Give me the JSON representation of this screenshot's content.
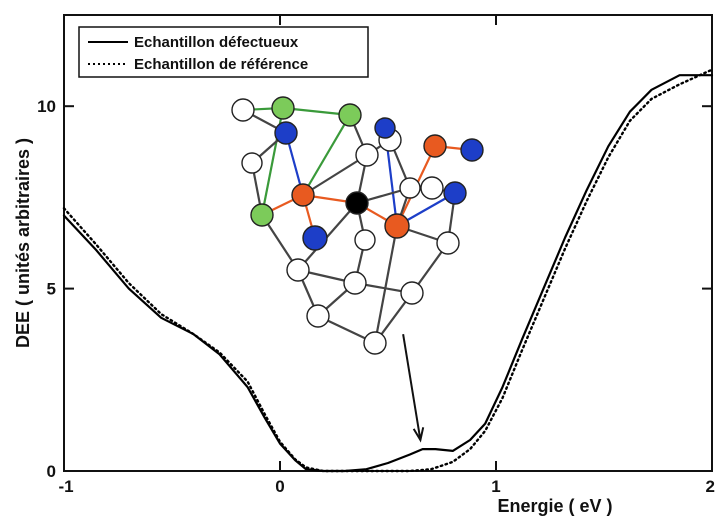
{
  "chart_data": {
    "type": "line",
    "xlabel": "Energie ( eV )",
    "ylabel": "DEE ( unités arbitraires )",
    "xlim": [
      -1,
      2
    ],
    "ylim": [
      0,
      12.5
    ],
    "x_ticks": [
      -1,
      0,
      1,
      2
    ],
    "y_ticks": [
      0,
      5,
      10
    ],
    "x_tick_labels": [
      "-1",
      "0",
      "1",
      "2"
    ],
    "y_tick_labels": [
      "0",
      "5",
      "10"
    ],
    "legend_position": "top-left",
    "grid": false,
    "series": [
      {
        "name": "Echantillon défectueux",
        "style": "solid",
        "color": "#000000",
        "points": [
          [
            -1.0,
            7.0
          ],
          [
            -0.85,
            6.05
          ],
          [
            -0.7,
            5.0
          ],
          [
            -0.55,
            4.2
          ],
          [
            -0.4,
            3.75
          ],
          [
            -0.28,
            3.2
          ],
          [
            -0.15,
            2.3
          ],
          [
            -0.07,
            1.45
          ],
          [
            0.0,
            0.75
          ],
          [
            0.07,
            0.3
          ],
          [
            0.12,
            0.05
          ],
          [
            0.2,
            0.0
          ],
          [
            0.3,
            0.0
          ],
          [
            0.4,
            0.05
          ],
          [
            0.5,
            0.22
          ],
          [
            0.6,
            0.45
          ],
          [
            0.66,
            0.6
          ],
          [
            0.72,
            0.6
          ],
          [
            0.8,
            0.55
          ],
          [
            0.88,
            0.85
          ],
          [
            0.95,
            1.3
          ],
          [
            1.03,
            2.3
          ],
          [
            1.12,
            3.6
          ],
          [
            1.22,
            5.0
          ],
          [
            1.32,
            6.4
          ],
          [
            1.42,
            7.7
          ],
          [
            1.52,
            8.9
          ],
          [
            1.62,
            9.85
          ],
          [
            1.72,
            10.45
          ],
          [
            1.85,
            10.85
          ],
          [
            2.0,
            10.85
          ]
        ]
      },
      {
        "name": "Echantillon de référence",
        "style": "dotted",
        "color": "#000000",
        "points": [
          [
            -1.0,
            7.2
          ],
          [
            -0.85,
            6.2
          ],
          [
            -0.7,
            5.15
          ],
          [
            -0.55,
            4.3
          ],
          [
            -0.4,
            3.75
          ],
          [
            -0.28,
            3.25
          ],
          [
            -0.15,
            2.45
          ],
          [
            -0.07,
            1.55
          ],
          [
            0.0,
            0.8
          ],
          [
            0.07,
            0.32
          ],
          [
            0.12,
            0.1
          ],
          [
            0.2,
            0.0
          ],
          [
            0.3,
            0.0
          ],
          [
            0.4,
            0.0
          ],
          [
            0.5,
            0.0
          ],
          [
            0.6,
            0.0
          ],
          [
            0.7,
            0.05
          ],
          [
            0.8,
            0.25
          ],
          [
            0.88,
            0.6
          ],
          [
            0.95,
            1.1
          ],
          [
            1.03,
            2.0
          ],
          [
            1.12,
            3.3
          ],
          [
            1.22,
            4.7
          ],
          [
            1.32,
            6.1
          ],
          [
            1.42,
            7.4
          ],
          [
            1.52,
            8.6
          ],
          [
            1.62,
            9.6
          ],
          [
            1.72,
            10.2
          ],
          [
            1.85,
            10.6
          ],
          [
            2.0,
            11.0
          ]
        ]
      }
    ],
    "annotations": [
      {
        "type": "arrow",
        "from": [
          0.57,
          3.75
        ],
        "to": [
          0.65,
          0.85
        ]
      }
    ],
    "inset": {
      "type": "molecule-diagram",
      "description_colors": [
        "#ffffff",
        "#7ccb5a",
        "#1d3ec8",
        "#e85a20",
        "#000000"
      ]
    }
  }
}
